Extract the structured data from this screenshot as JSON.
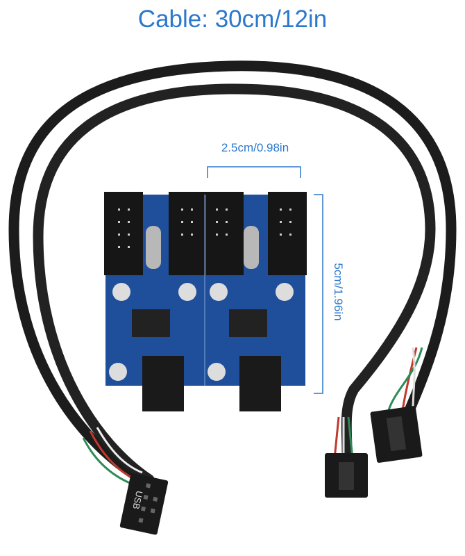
{
  "title": "Cable: 30cm/12in",
  "dimensions": {
    "width": "2.5cm/0.98in",
    "height": "5cm/1.96in"
  },
  "connector_label": "USB",
  "colors": {
    "annotation": "#2b78cc",
    "pcb": "#1f4f9a",
    "cable": "#1c1c1c"
  }
}
